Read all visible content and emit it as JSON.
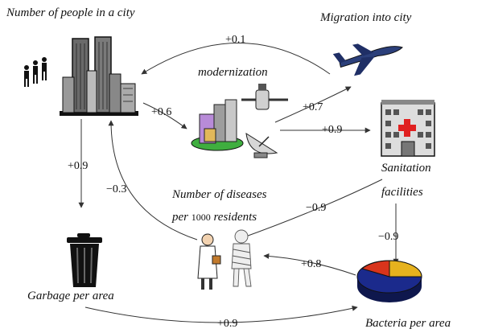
{
  "nodes": {
    "people": "Number of people in a city",
    "migration": "Migration into city",
    "modernization": "modernization",
    "sanitation_line1": "Sanitation",
    "sanitation_line2": "facilities",
    "diseases_line1": "Number of diseases",
    "diseases_line2_prefix": "per",
    "diseases_line2_number": "1000",
    "diseases_line2_suffix": "residents",
    "garbage": "Garbage per area",
    "bacteria": "Bacteria per area"
  },
  "edges": {
    "migration_to_people": "+0.1",
    "people_to_modernization": "+0.6",
    "modernization_to_migration": "+0.7",
    "modernization_to_sanitation": "+0.9",
    "people_to_garbage": "+0.9",
    "diseases_to_people": "−0.3",
    "sanitation_to_diseases": "−0.9",
    "sanitation_to_bacteria": "−0.9",
    "bacteria_to_diseases": "+0.8",
    "garbage_to_bacteria": "+0.9"
  },
  "icons": [
    "people-icon",
    "city-skyline-icon",
    "airplane-icon",
    "satellite-icon",
    "modern-city-icon",
    "satellite-dish-icon",
    "hospital-icon",
    "doctor-icon",
    "mummy-patient-icon",
    "trash-can-icon",
    "pie-chart-icon"
  ],
  "colors": {
    "line": "#333333",
    "hospital_cross": "#e02020",
    "pie_red": "#d8341c",
    "pie_yellow": "#e6b21e",
    "pie_blue": "#1b2a8c"
  }
}
